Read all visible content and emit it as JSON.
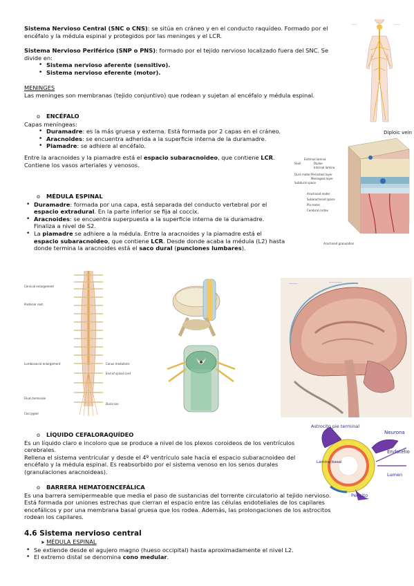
{
  "p1": {
    "t": "Sistema Nervioso Central (SNC o CNS)",
    "r": ": se sitúa en cráneo y en el conducto raquídeo. Formado por el encéfalo y la médula espinal y protegidos por las meninges y el LCR."
  },
  "p2": {
    "t": "Sistema Nervioso Periférico (SNP o PNS)",
    "r": ": formado por el tejido nervioso localizado fuera del SNC. Se divide en:"
  },
  "p2_items": [
    "Sistema nervioso aferente (sensitivo).",
    "Sistema nervioso eferente (motor)."
  ],
  "meninges": {
    "heading": "MENINGES",
    "text": "Las meninges son membranas (tejido conjuntivo) que rodean y sujetan al encéfalo y médula espinal."
  },
  "encefalo": {
    "heading": "ENCÉFALO",
    "intro": "Capas meníngeas:",
    "items": [
      {
        "t": "Duramadre",
        "r": ": es la más gruesa y externa. Está formada por 2 capas en el cráneo."
      },
      {
        "t": "Aracnoides",
        "r": ": se encuentra adherida a la superficie interna de la duramadre."
      },
      {
        "t": "Piamadre",
        "r": ": se adhiere al encéfalo."
      }
    ],
    "para1": "Entre la aracnoides y la piamadre está el ",
    "para_b1": "espacio subaracnoideo",
    "para2": ", que contiene ",
    "para_b2": "LCR",
    "para3": ". Contiene los vasos arteriales y venosos."
  },
  "medula": {
    "heading": "MÉDULA ESPINAL",
    "item1_t": "Duramadre",
    "item1_r": ": formada por una capa, está separada del conducto vertebral por el ",
    "item1_b": "espacio extradural",
    "item1_e": ". En la parte inferior se fija al coccix.",
    "item2_t": "Aracnoides",
    "item2_r": ": se encuentra superpuesta a la superficie interna de la duramadre. Finaliza a nivel de S2.",
    "item3_a": "La ",
    "item3_t": "piamadre",
    "item3_r": " se adhiere a la médula. Entre la aracnoides y la piamadre está el ",
    "item3_b": "espacio subaracnoideo",
    "item3_c": ", que contiene ",
    "item3_d": "LCR",
    "item3_e": ". Desde donde acaba la médula (L2) hasta donde termina la aracnoides está el ",
    "item3_f": "saco dural",
    "item3_g": " (",
    "item3_h": "punciones lumbares",
    "item3_i": ")."
  },
  "lcr": {
    "heading": "LÍQUIDO CEFALORAQUÍDEO",
    "text": "Es un líquido claro e incoloro que se produce a nivel de los plexos coroideos de los ventrículos cerebrales.\nRellena el sistema ventricular y desde el 4º ventrículo sale hacia el espacio subaracnoideo del encéfalo y la médula espinal. Es reabsorbido por el sistema venoso en los senos durales (granulaciones aracnoideas)."
  },
  "barrera": {
    "heading": "BARRERA HEMATOENCEFÁLICA",
    "text": "Es una barrera semipermeable que media el paso de sustancias del torrente circulatorio al tejido nervioso. Está formada por uniones estrechas que cierran el espacio entre las células endoteliales de los capilares encefálicos y por una membrana basal gruesa que los rodea. Además, las prolongaciones de los astrocitos rodean los capilares."
  },
  "section46": {
    "heading": "4.6 Sistema nervioso central",
    "sub": "MÉDULA ESPINAL",
    "items": [
      "Se extiende desde el agujero magno (hueso occipital) hasta aproximadamente el nivel L2.",
      "El extremo distal se denomina "
    ],
    "cono": "cono medular",
    "end": "."
  },
  "figure_meninges": {
    "labels": [
      "Diploic vein",
      "Skull",
      "External lamina",
      "Diploe",
      "Internal lamina",
      "Dura mater",
      "Periosteal layer",
      "Meningeal layer",
      "Subdural space",
      "Arachnoid mater",
      "Subarachnoid space",
      "Pia mater",
      "Cerebral cortex"
    ],
    "caption": "Arachnoid granulation"
  },
  "figure_bbb": {
    "labels": [
      "Astrocito pie terminal",
      "Neurona",
      "Endotelio",
      "Lámina basal",
      "Lumen",
      "Pericito"
    ]
  },
  "figure_spine": {
    "labels": [
      "Cervical enlargement",
      "Posterior root",
      "Lumbosacral enlargement",
      "Conus medullaris",
      "End of spinal cord",
      "Filum terminale",
      "Coccygeal",
      "Dural sac"
    ]
  },
  "colors": {
    "text": "#111111",
    "bone": "#e8d9b5",
    "nerve": "#e9c23a",
    "brain": "#d98b7d",
    "dura": "#8ab4c9",
    "bbb_yellow": "#f1e04a",
    "bbb_purple": "#6d3aa8"
  }
}
